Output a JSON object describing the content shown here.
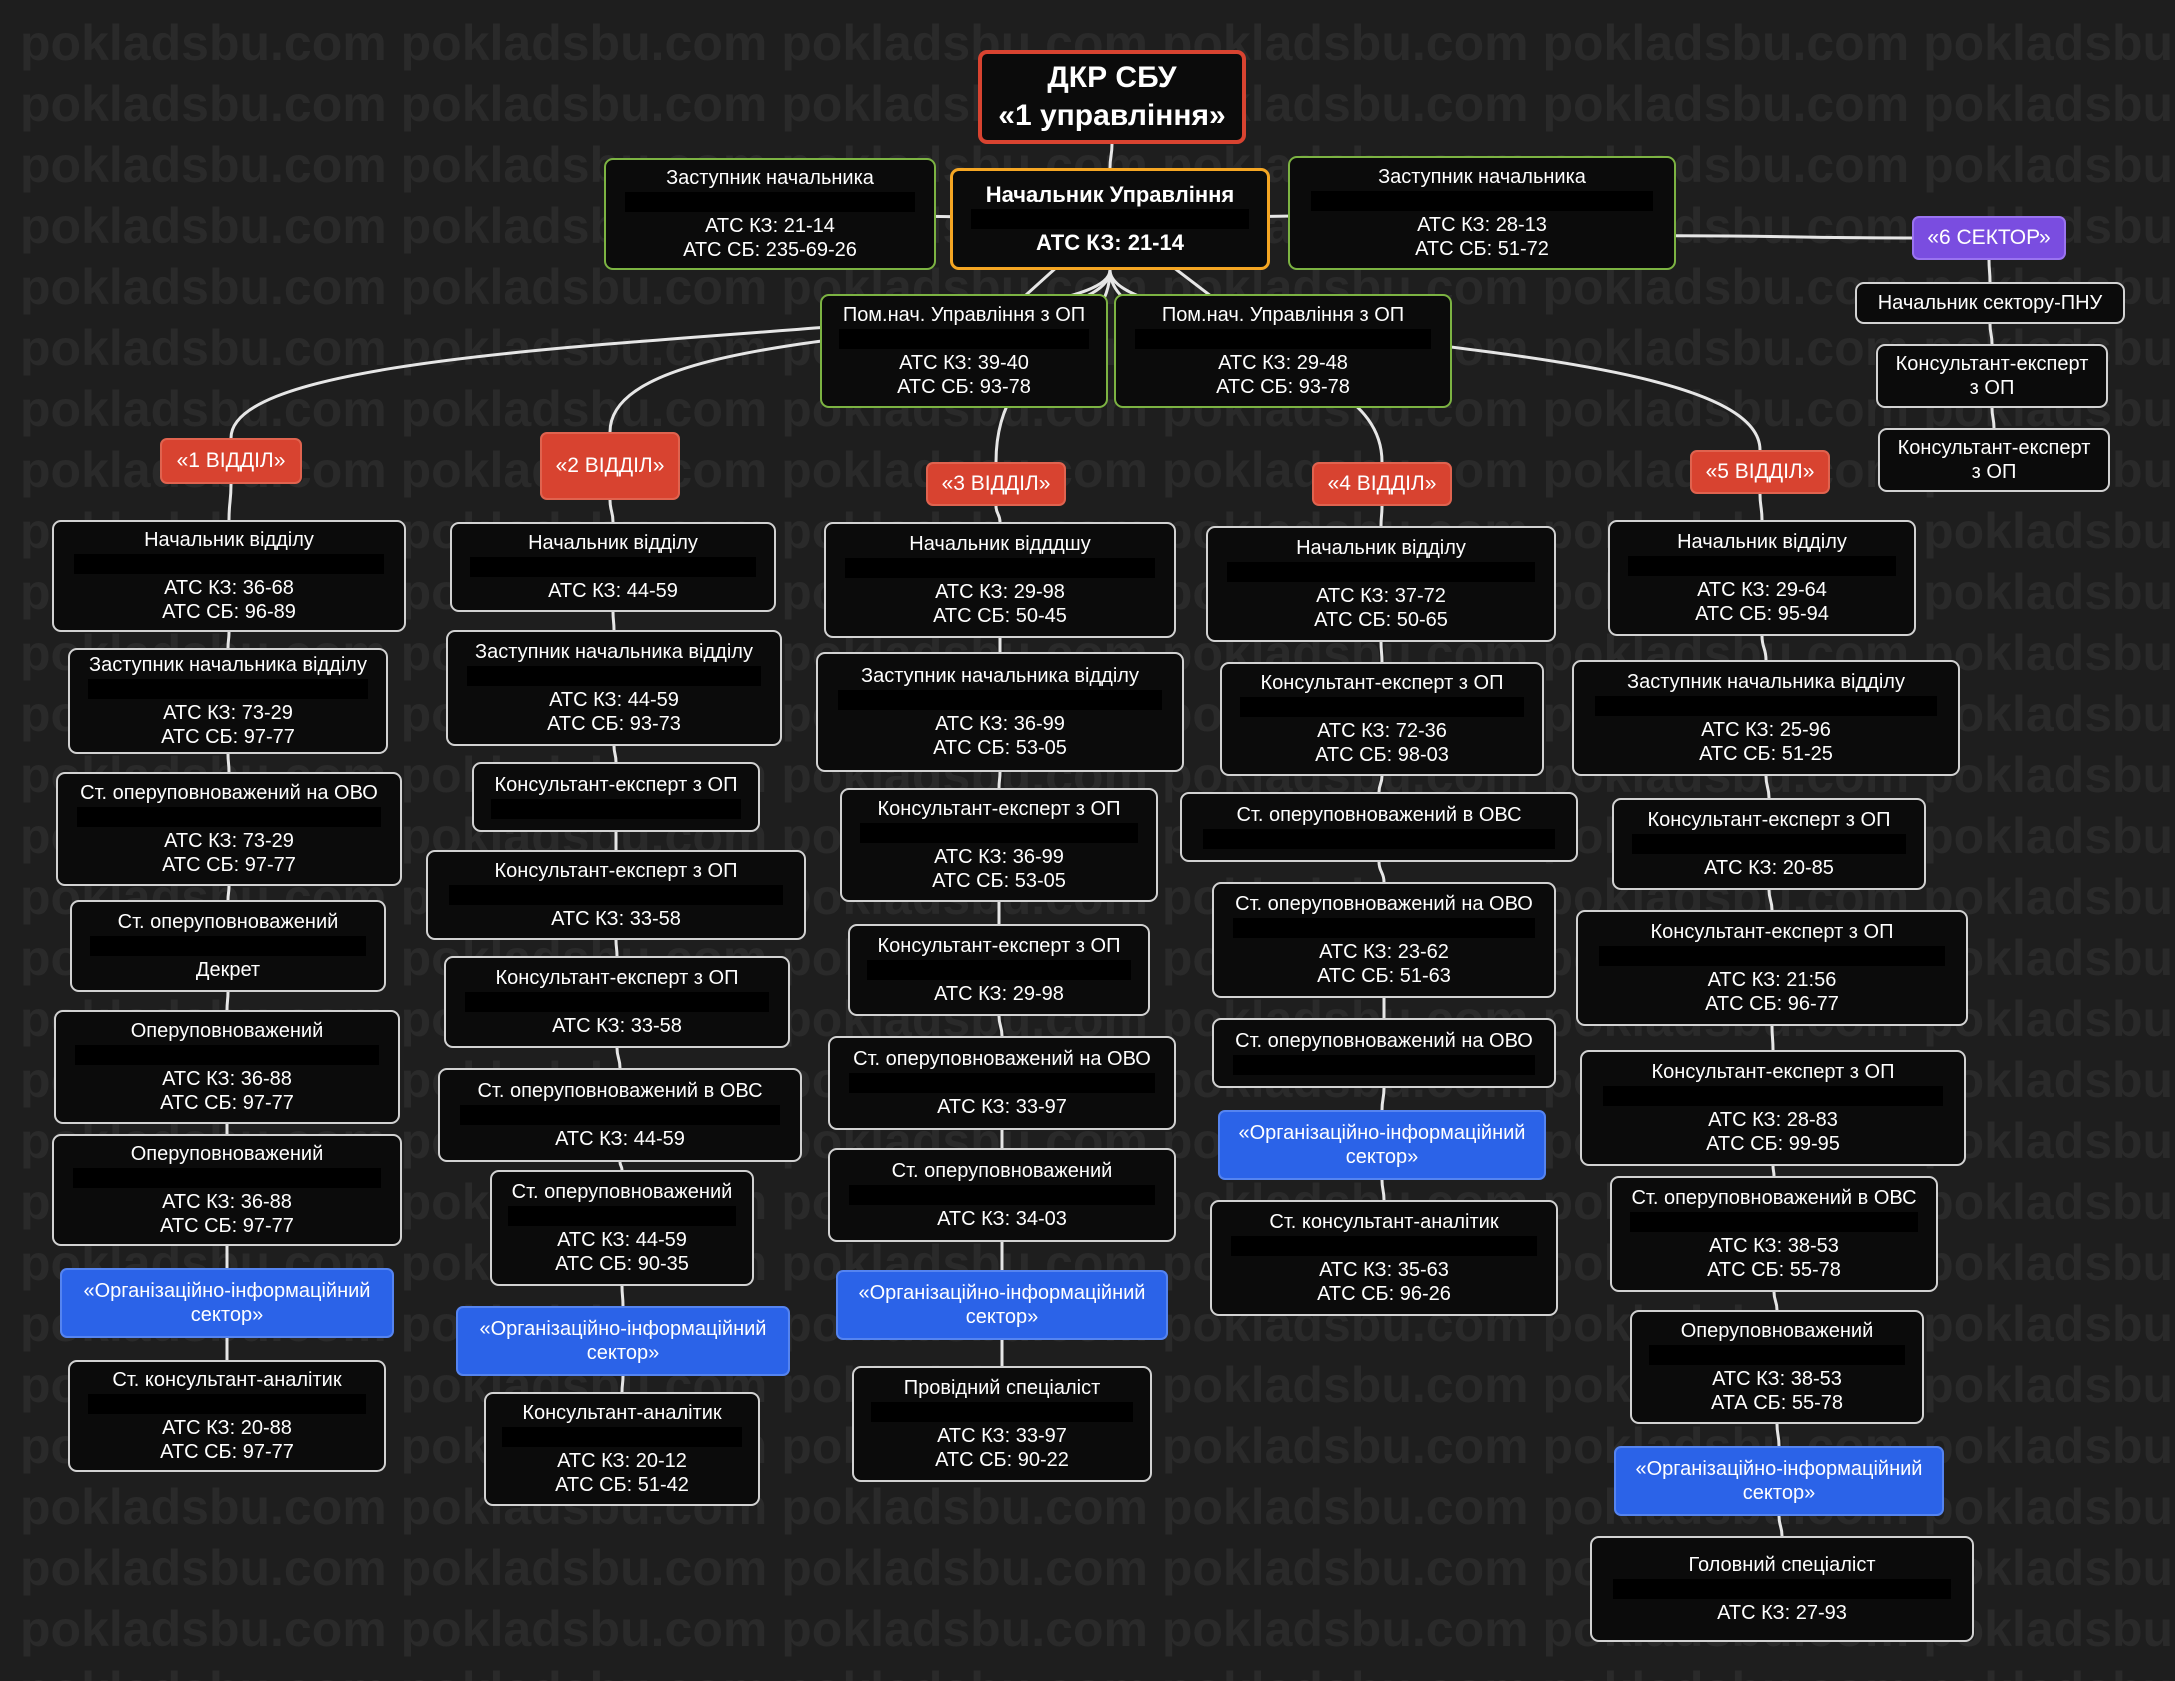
{
  "watermark": "pokladsbu.com pokladsbu.com pokladsbu.com pokladsbu.com pokladsbu.com pokladsbu.com pokladsbu.com",
  "colors": {
    "background": "#1e1e1e",
    "node_fill": "#0b0b0b",
    "node_border": "#d2d2d2",
    "department_red": "#d84330",
    "sector_blue": "#2b63e8",
    "sector_purple": "#7a4de0",
    "deputy_green": "#7cb342",
    "head_orange": "#f5a623"
  },
  "nodes": [
    {
      "id": "root",
      "type": "root",
      "lines": [
        "ДКР СБУ",
        "«1 управління»"
      ]
    },
    {
      "id": "head",
      "type": "head",
      "lines": [
        "Начальник Управління",
        "",
        "АТС КЗ: 21-14"
      ]
    },
    {
      "id": "dep_left",
      "type": "deputy",
      "lines": [
        "Заступник начальника",
        "",
        "АТС КЗ: 21-14",
        "АТС СБ: 235-69-26"
      ]
    },
    {
      "id": "dep_right",
      "type": "deputy",
      "lines": [
        "Заступник начальника",
        "",
        "АТС КЗ: 28-13",
        "АТС СБ: 51-72"
      ]
    },
    {
      "id": "asst1",
      "type": "deputy",
      "lines": [
        "Пом.нач. Управління з ОП",
        "",
        "АТС КЗ: 39-40",
        "АТС СБ: 93-78"
      ]
    },
    {
      "id": "asst2",
      "type": "deputy",
      "lines": [
        "Пом.нач. Управління з ОП",
        "",
        "АТС КЗ: 29-48",
        "АТС СБ: 93-78"
      ]
    },
    {
      "id": "s6",
      "type": "sector",
      "lines": [
        "«6 СЕКТОР»"
      ]
    },
    {
      "id": "s6_1",
      "type": "plain",
      "lines": [
        "Начальник сектору-ПНУ"
      ]
    },
    {
      "id": "s6_2",
      "type": "plain",
      "lines": [
        "Консультант-експерт",
        "з ОП"
      ]
    },
    {
      "id": "s6_3",
      "type": "plain",
      "lines": [
        "Консультант-експерт",
        "з ОП"
      ]
    },
    {
      "id": "d1",
      "type": "dept",
      "lines": [
        "«1 ВІДДІЛ»"
      ]
    },
    {
      "id": "d1_1",
      "type": "plain",
      "lines": [
        "Начальник відділу",
        "",
        "АТС КЗ: 36-68",
        "АТС СБ: 96-89"
      ]
    },
    {
      "id": "d1_2",
      "type": "plain",
      "lines": [
        "Заступник начальника відділу",
        "",
        "АТС КЗ: 73-29",
        "АТС СБ: 97-77"
      ]
    },
    {
      "id": "d1_3",
      "type": "plain",
      "lines": [
        "Ст. оперуповноважений на ОВО",
        "",
        "АТС КЗ: 73-29",
        "АТС СБ: 97-77"
      ]
    },
    {
      "id": "d1_4",
      "type": "plain",
      "lines": [
        "Ст. оперуповноважений",
        "",
        "Декрет"
      ]
    },
    {
      "id": "d1_5",
      "type": "plain",
      "lines": [
        "Оперуповноважений",
        "",
        "АТС КЗ: 36-88",
        "АТС СБ: 97-77"
      ]
    },
    {
      "id": "d1_6",
      "type": "plain",
      "lines": [
        "Оперуповноважений",
        "",
        "АТС КЗ: 36-88",
        "АТС СБ: 97-77"
      ]
    },
    {
      "id": "d1_7",
      "type": "blue",
      "lines": [
        "«Організаційно-інформаційний",
        "сектор»"
      ]
    },
    {
      "id": "d1_8",
      "type": "plain",
      "lines": [
        "Ст. консультант-аналітик",
        "",
        "АТС КЗ: 20-88",
        "АТС СБ: 97-77"
      ]
    },
    {
      "id": "d2",
      "type": "dept",
      "lines": [
        "«2 ВІДДІЛ»"
      ]
    },
    {
      "id": "d2_1",
      "type": "plain",
      "lines": [
        "Начальник відділу",
        "",
        "АТС КЗ: 44-59"
      ]
    },
    {
      "id": "d2_2",
      "type": "plain",
      "lines": [
        "Заступник начальника відділу",
        "",
        "АТС КЗ: 44-59",
        "АТС СБ: 93-73"
      ]
    },
    {
      "id": "d2_3",
      "type": "plain",
      "lines": [
        "Консультант-експерт з ОП",
        ""
      ]
    },
    {
      "id": "d2_4",
      "type": "plain",
      "lines": [
        "Консультант-експерт з ОП",
        "",
        "АТС КЗ: 33-58"
      ]
    },
    {
      "id": "d2_5",
      "type": "plain",
      "lines": [
        "Консультант-експерт з ОП",
        "",
        "АТС КЗ: 33-58"
      ]
    },
    {
      "id": "d2_6",
      "type": "plain",
      "lines": [
        "Ст. оперуповноважений в ОВС",
        "",
        "АТС КЗ: 44-59"
      ]
    },
    {
      "id": "d2_7",
      "type": "plain",
      "lines": [
        "Ст. оперуповноважений",
        "",
        "АТС КЗ: 44-59",
        "АТС СБ: 90-35"
      ]
    },
    {
      "id": "d2_8",
      "type": "blue",
      "lines": [
        "«Організаційно-інформаційний",
        "сектор»"
      ]
    },
    {
      "id": "d2_9",
      "type": "plain",
      "lines": [
        "Консультант-аналітик",
        "",
        "АТС КЗ: 20-12",
        "АТС СБ: 51-42"
      ]
    },
    {
      "id": "d3",
      "type": "dept",
      "lines": [
        "«3 ВІДДІЛ»"
      ]
    },
    {
      "id": "d3_1",
      "type": "plain",
      "lines": [
        "Начальник відддшу",
        "",
        "АТС КЗ: 29-98",
        "АТС СБ: 50-45"
      ]
    },
    {
      "id": "d3_2",
      "type": "plain",
      "lines": [
        "Заступник начальника відділу",
        "",
        "АТС КЗ: 36-99",
        "АТС СБ: 53-05"
      ]
    },
    {
      "id": "d3_3",
      "type": "plain",
      "lines": [
        "Консультант-експерт з ОП",
        "",
        "АТС КЗ: 36-99",
        "АТС СБ: 53-05"
      ]
    },
    {
      "id": "d3_4",
      "type": "plain",
      "lines": [
        "Консультант-експерт з ОП",
        "",
        "АТС КЗ: 29-98"
      ]
    },
    {
      "id": "d3_5",
      "type": "plain",
      "lines": [
        "Ст. оперуповноважений на ОВО",
        "",
        "АТС КЗ: 33-97"
      ]
    },
    {
      "id": "d3_6",
      "type": "plain",
      "lines": [
        "Ст. оперуповноважений",
        "",
        "АТС КЗ: 34-03"
      ]
    },
    {
      "id": "d3_7",
      "type": "blue",
      "lines": [
        "«Організаційно-інформаційний",
        "сектор»"
      ]
    },
    {
      "id": "d3_8",
      "type": "plain",
      "lines": [
        "Провідний спеціаліст",
        "",
        "АТС КЗ: 33-97",
        "АТС СБ: 90-22"
      ]
    },
    {
      "id": "d4",
      "type": "dept",
      "lines": [
        "«4 ВІДДІЛ»"
      ]
    },
    {
      "id": "d4_1",
      "type": "plain",
      "lines": [
        "Начальник відділу",
        "",
        "АТС КЗ: 37-72",
        "АТС СБ: 50-65"
      ]
    },
    {
      "id": "d4_2",
      "type": "plain",
      "lines": [
        "Консультант-експерт з ОП",
        "",
        "АТС КЗ: 72-36",
        "АТС СБ: 98-03"
      ]
    },
    {
      "id": "d4_3",
      "type": "plain",
      "lines": [
        "Ст. оперуповноважений в ОВС",
        ""
      ]
    },
    {
      "id": "d4_4",
      "type": "plain",
      "lines": [
        "Ст. оперуповноважений на ОВО",
        "",
        "АТС КЗ: 23-62",
        "АТС СБ: 51-63"
      ]
    },
    {
      "id": "d4_5",
      "type": "plain",
      "lines": [
        "Ст. оперуповноважений на ОВО",
        ""
      ]
    },
    {
      "id": "d4_6",
      "type": "blue",
      "lines": [
        "«Організаційно-інформаційний",
        "сектор»"
      ]
    },
    {
      "id": "d4_7",
      "type": "plain",
      "lines": [
        "Ст. консультант-аналітик",
        "",
        "АТС КЗ: 35-63",
        "АТС СБ: 96-26"
      ]
    },
    {
      "id": "d5",
      "type": "dept",
      "lines": [
        "«5 ВІДДІЛ»"
      ]
    },
    {
      "id": "d5_1",
      "type": "plain",
      "lines": [
        "Начальник відділу",
        "",
        "АТС КЗ: 29-64",
        "АТС СБ: 95-94"
      ]
    },
    {
      "id": "d5_2",
      "type": "plain",
      "lines": [
        "Заступник начальника відділу",
        "",
        "АТС КЗ: 25-96",
        "АТС СБ: 51-25"
      ]
    },
    {
      "id": "d5_3",
      "type": "plain",
      "lines": [
        "Консультант-експерт з ОП",
        "",
        "АТС КЗ: 20-85"
      ]
    },
    {
      "id": "d5_4",
      "type": "plain",
      "lines": [
        "Консультант-експерт з ОП",
        "",
        "АТС КЗ: 21:56",
        "АТС СБ: 96-77"
      ]
    },
    {
      "id": "d5_5",
      "type": "plain",
      "lines": [
        "Консультант-експерт з ОП",
        "",
        "АТС КЗ: 28-83",
        "АТС СБ: 99-95"
      ]
    },
    {
      "id": "d5_6",
      "type": "plain",
      "lines": [
        "Ст. оперуповноважений в ОВС",
        "",
        "АТС КЗ: 38-53",
        "АТС СБ: 55-78"
      ]
    },
    {
      "id": "d5_7",
      "type": "plain",
      "lines": [
        "Оперуповноважений",
        "",
        "АТС КЗ: 38-53",
        "АТА СБ: 55-78"
      ]
    },
    {
      "id": "d5_8",
      "type": "blue",
      "lines": [
        "«Організаційно-інформаційний",
        "сектор»"
      ]
    },
    {
      "id": "d5_9",
      "type": "plain",
      "lines": [
        "Головний спеціаліст",
        "",
        "АТС КЗ: 27-93"
      ]
    }
  ]
}
